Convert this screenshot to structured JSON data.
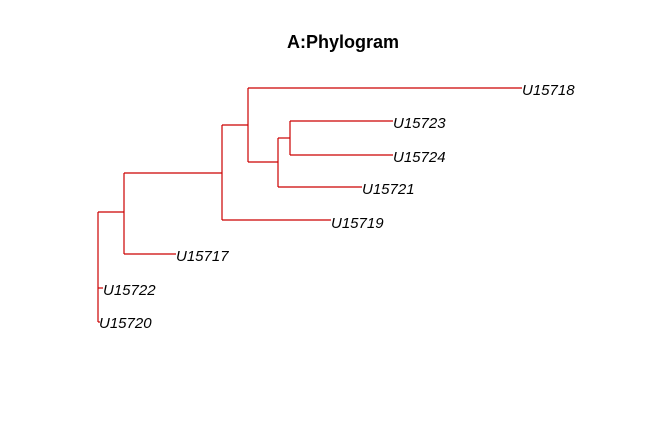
{
  "title": "A:Phylogram",
  "colors": {
    "branch": "#cc0000",
    "label": "#000000",
    "background": "#ffffff"
  },
  "tree": {
    "tips": [
      {
        "id": "U15718",
        "label": "U15718"
      },
      {
        "id": "U15723",
        "label": "U15723"
      },
      {
        "id": "U15724",
        "label": "U15724"
      },
      {
        "id": "U15721",
        "label": "U15721"
      },
      {
        "id": "U15719",
        "label": "U15719"
      },
      {
        "id": "U15717",
        "label": "U15717"
      },
      {
        "id": "U15722",
        "label": "U15722"
      },
      {
        "id": "U15720",
        "label": "U15720"
      }
    ]
  }
}
